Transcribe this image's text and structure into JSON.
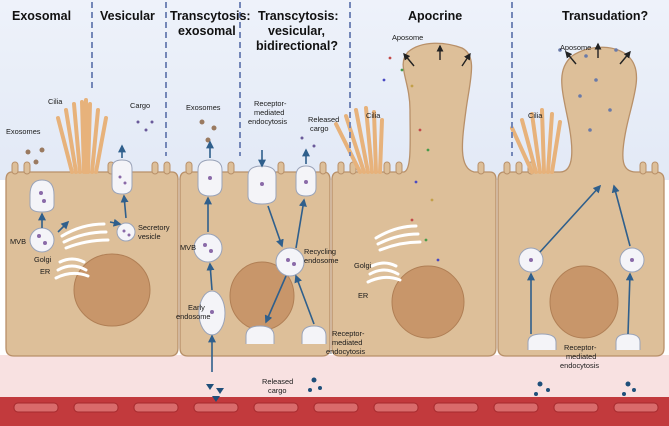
{
  "headers": {
    "exosomal": "Exosomal",
    "vesicular": "Vesicular",
    "transcytosis_exosomal_1": "Transcytosis:",
    "transcytosis_exosomal_2": "exosomal",
    "transcytosis_vesicular_1": "Transcytosis:",
    "transcytosis_vesicular_2": "vesicular,",
    "transcytosis_vesicular_3": "bidirectional?",
    "apocrine": "Apocrine",
    "transudation": "Transudation?"
  },
  "labels": {
    "cilia_1": "Cilia",
    "exosomes_1": "Exosomes",
    "mvb_1": "MVB",
    "golgi_1": "Golgi",
    "er_1": "ER",
    "cargo": "Cargo",
    "secretory_1": "Secretory",
    "secretory_2": "vesicle",
    "exosomes_2": "Exosomes",
    "mvb_2": "MVB",
    "early_1": "Early",
    "early_2": "endosome",
    "rme_top_1": "Receptor-",
    "rme_top_2": "mediated",
    "rme_top_3": "endocytosis",
    "released_top_1": "Released",
    "released_top_2": "cargo",
    "recycling_1": "Recycling",
    "recycling_2": "endosome",
    "rme_bot_1": "Receptor-",
    "rme_bot_2": "mediated",
    "rme_bot_3": "endocytosis",
    "released_bot_1": "Released",
    "released_bot_2": "cargo",
    "aposome_1": "Aposome",
    "cilia_2": "Cilia",
    "golgi_2": "Golgi",
    "er_2": "ER",
    "aposome_2": "Aposome",
    "cilia_3": "Cilia",
    "rme_tr_1": "Receptor-",
    "rme_tr_2": "mediated",
    "rme_tr_3": "endocytosis"
  },
  "colors": {
    "lumen": "#e8eef8",
    "cell_fill": "#ddbf99",
    "cell_stroke": "#b89069",
    "nucleus": "#c8966a",
    "basement": "#f8e1e1",
    "blood": "#c23a3d",
    "arrow": "#2f5f8c",
    "dash": "#7487b8"
  }
}
